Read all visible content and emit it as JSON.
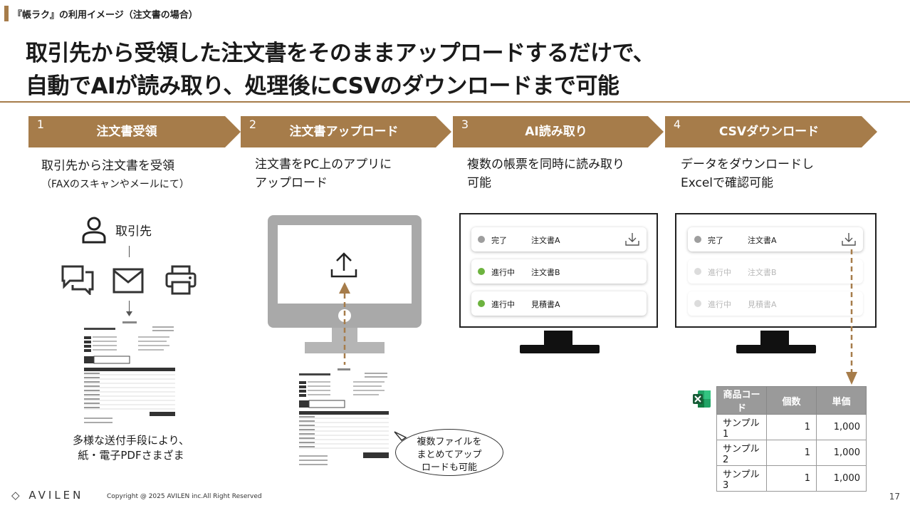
{
  "slide": {
    "tag": "『帳ラク』の利用イメージ（注文書の場合）",
    "headline_line1": "取引先から受領した注文書をそのままアップロードするだけで、",
    "headline_line2": "自動でAIが読み取り、処理後にCSVのダウンロードまで可能",
    "page_number": "17"
  },
  "steps": [
    {
      "num": "1",
      "label": "注文書受領"
    },
    {
      "num": "2",
      "label": "注文書アップロード"
    },
    {
      "num": "3",
      "label": "AI読み取り"
    },
    {
      "num": "4",
      "label": "CSVダウンロード"
    }
  ],
  "descriptions": {
    "step1_line1": "取引先から注文書を受領",
    "step1_line2": "（FAXのスキャンやメールにて）",
    "step2_line1": "注文書をPC上のアプリに",
    "step2_line2": "アップロード",
    "step3_line1": "複数の帳票を同時に読み取り",
    "step3_line2": "可能",
    "step4_line1": "データをダウンロードし",
    "step4_line2": "Excelで確認可能"
  },
  "col1": {
    "partner_label": "取引先",
    "caption_line1": "多様な送付手段により、",
    "caption_line2": "紙・電子PDFさまざま"
  },
  "col2": {
    "bubble_line1": "複数ファイルを",
    "bubble_line2": "まとめてアップ",
    "bubble_line3": "ロードも可能"
  },
  "ai_list": [
    {
      "status": "完了",
      "name": "注文書A",
      "dot": "#9e9e9e"
    },
    {
      "status": "進行中",
      "name": "注文書B",
      "dot": "#6db33f"
    },
    {
      "status": "進行中",
      "name": "見積書A",
      "dot": "#6db33f"
    }
  ],
  "csv_list": [
    {
      "status": "完了",
      "name": "注文書A"
    },
    {
      "status": "進行中",
      "name": "注文書B"
    },
    {
      "status": "進行中",
      "name": "見積書A"
    }
  ],
  "sheet": {
    "headers": [
      "商品コード",
      "個数",
      "単価"
    ],
    "rows": [
      [
        "サンプル1",
        "1",
        "1,000"
      ],
      [
        "サンプル2",
        "1",
        "1,000"
      ],
      [
        "サンプル3",
        "1",
        "1,000"
      ]
    ]
  },
  "footer": {
    "logo": "AVILEN",
    "copyright": "Copyright @ 2025 AVILEN inc.All Right Reserved"
  },
  "colors": {
    "accent": "#a67c4a",
    "done_dot": "#9e9e9e",
    "progress_dot": "#6db33f"
  }
}
